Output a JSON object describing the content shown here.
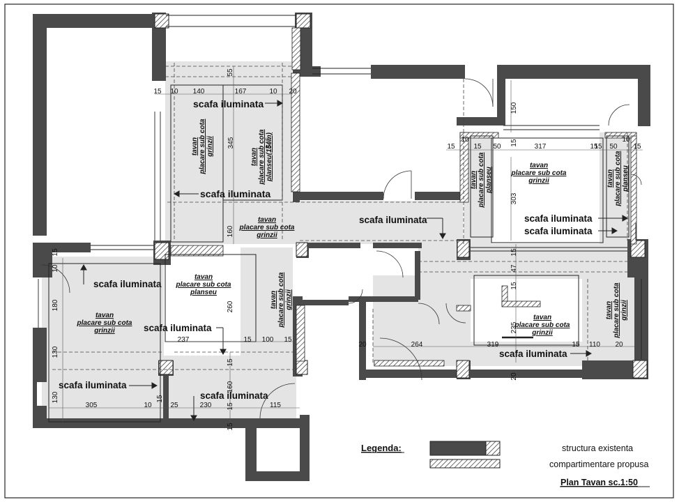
{
  "colors": {
    "wall": "#4a4a4a",
    "shade": "#e4e4e4",
    "line": "#222222",
    "dim": "#555555"
  },
  "legend": {
    "title": "Legenda:",
    "existing": "structura existenta",
    "proposed": "compartimentare propusa",
    "plan_title": "Plan Tavan  sc.1:50"
  },
  "scafa_labels": [
    {
      "text": "scafa iluminata"
    },
    {
      "text": "scafa iluminata"
    },
    {
      "text": "scafa iluminata"
    },
    {
      "text": "scafa iluminata"
    },
    {
      "text": "scafa iluminata"
    },
    {
      "text": "scafa iluminata"
    },
    {
      "text": "scafa iluminata"
    },
    {
      "text": "scafa iluminata"
    },
    {
      "text": "scafa iluminata"
    },
    {
      "text": "scafa iluminata"
    }
  ],
  "room_labels": [
    {
      "lines": [
        "tavan",
        "placare sub cota",
        "grinzii"
      ]
    },
    {
      "lines": [
        "tavan",
        "placare sub cota",
        "planseu(15cm)"
      ]
    },
    {
      "lines": [
        "tavan",
        "placare sub cota",
        "grinzii"
      ]
    },
    {
      "lines": [
        "tavan",
        "placare sub cota",
        "planseu"
      ]
    },
    {
      "lines": [
        "tavan",
        "placare sub cota",
        "grinzii"
      ]
    },
    {
      "lines": [
        "tavan",
        "placare sub cota",
        "grinzii"
      ]
    },
    {
      "lines": [
        "tavan",
        "placare sub cota",
        "planseu"
      ]
    },
    {
      "lines": [
        "tavan",
        "placare sub cota",
        "grinzii"
      ]
    },
    {
      "lines": [
        "tavan",
        "placare sub cota",
        "planseu"
      ]
    },
    {
      "lines": [
        "tavan",
        "placare sub cota",
        "grinzii"
      ]
    },
    {
      "lines": [
        "tavan",
        "placare sub cota",
        "grinzii"
      ]
    }
  ],
  "dimensions": [
    "55",
    "15",
    "10",
    "140",
    "167",
    "10",
    "20",
    "345",
    "345",
    "160",
    "150",
    "15",
    "10",
    "15",
    "50",
    "15",
    "15",
    "317",
    "15",
    "50",
    "10",
    "15",
    "303",
    "47",
    "15",
    "15",
    "15",
    "10",
    "180",
    "130",
    "130",
    "260",
    "237",
    "15",
    "100",
    "15",
    "15",
    "160",
    "235",
    "20",
    "264",
    "319",
    "15",
    "110",
    "20",
    "20",
    "305",
    "10",
    "15",
    "25",
    "230",
    "15",
    "115",
    "15"
  ]
}
